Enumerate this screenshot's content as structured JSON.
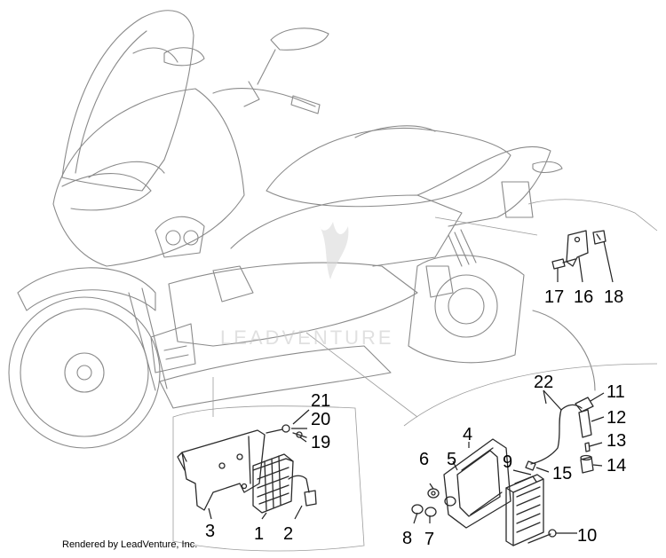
{
  "callouts": {
    "p1": "1",
    "p2": "2",
    "p3": "3",
    "p4": "4",
    "p5": "5",
    "p6": "6",
    "p7": "7",
    "p8": "8",
    "p9": "9",
    "p10": "10",
    "p11": "11",
    "p12": "12",
    "p13": "13",
    "p14": "14",
    "p15": "15",
    "p16": "16",
    "p17": "17",
    "p18": "18",
    "p19": "19",
    "p20": "20",
    "p21": "21",
    "p22": "22"
  },
  "watermark": "LEADVENTURE",
  "credit": "Rendered by LeadVenture, Inc."
}
